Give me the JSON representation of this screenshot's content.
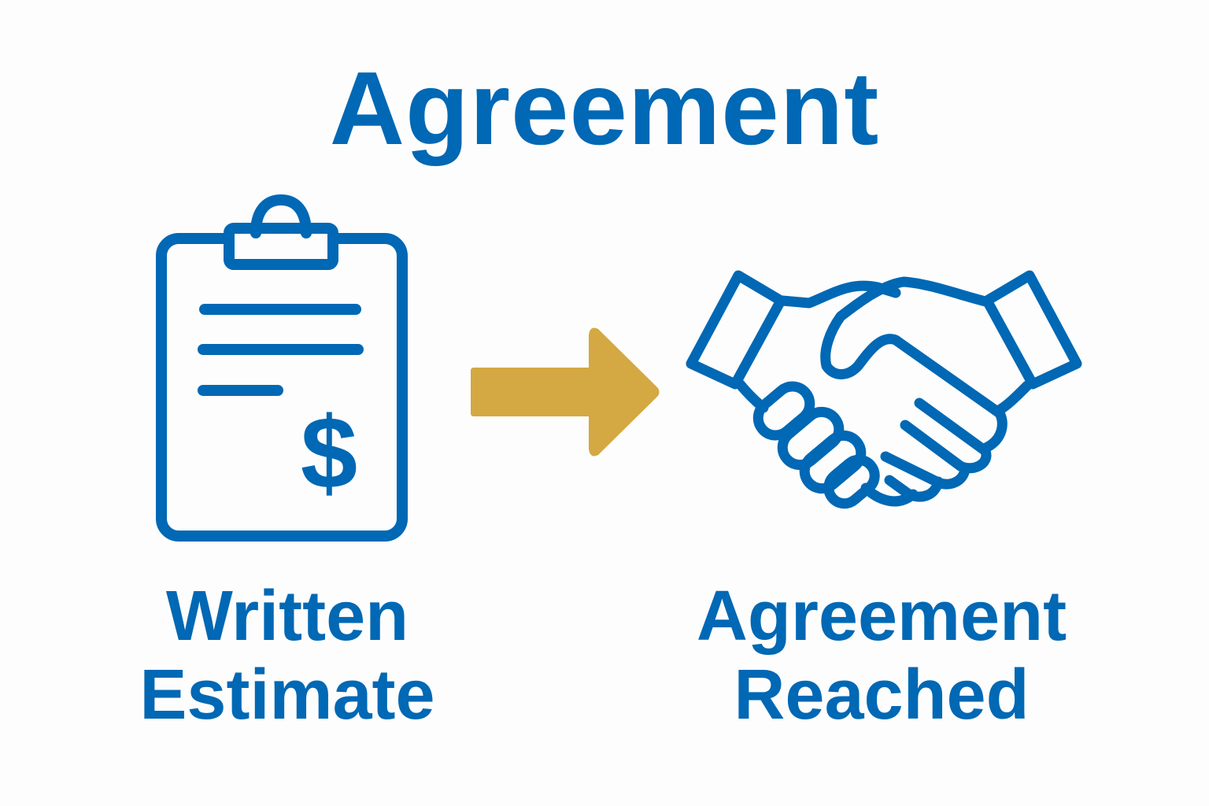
{
  "title": "Agreement",
  "steps": [
    {
      "label_line1": "Written",
      "label_line2": "Estimate",
      "icon": "clipboard-dollar-icon"
    },
    {
      "label_line1": "Agreement",
      "label_line2": "Reached",
      "icon": "handshake-icon"
    }
  ],
  "connector_icon": "arrow-right-icon",
  "clipboard_symbol": "$",
  "colors": {
    "primary": "#0068b4",
    "accent": "#d4a843",
    "background": "#fdfdfd"
  }
}
